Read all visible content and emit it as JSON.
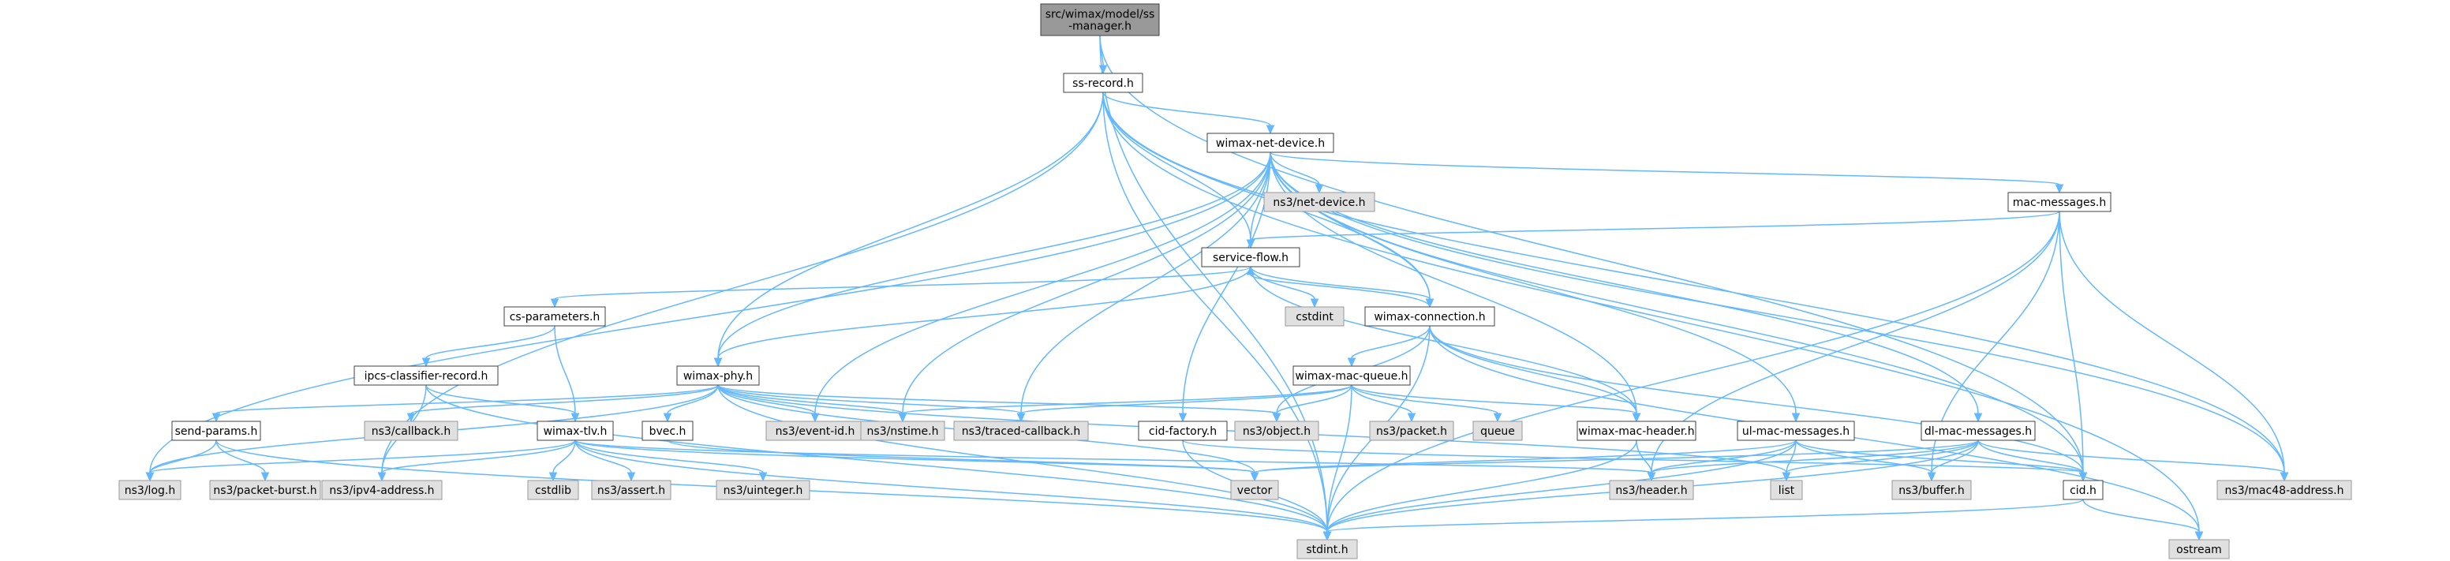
{
  "colors": {
    "root_fill": "#999999",
    "node_fill": "#ffffff",
    "external_fill": "#e0e0e0",
    "node_border": "#404040",
    "external_border": "#999999",
    "edge": "#63b8ff",
    "text": "#000000"
  },
  "nodes": [
    {
      "id": "root",
      "label": "src/wimax/model/ss\n-manager.h",
      "style": "root"
    },
    {
      "id": "ss-record",
      "label": "ss-record.h",
      "style": "normal"
    },
    {
      "id": "wimax-net-device",
      "label": "wimax-net-device.h",
      "style": "normal"
    },
    {
      "id": "net-device",
      "label": "ns3/net-device.h",
      "style": "external"
    },
    {
      "id": "mac-messages",
      "label": "mac-messages.h",
      "style": "normal"
    },
    {
      "id": "service-flow",
      "label": "service-flow.h",
      "style": "normal"
    },
    {
      "id": "cstdint",
      "label": "cstdint",
      "style": "external"
    },
    {
      "id": "wimax-connection",
      "label": "wimax-connection.h",
      "style": "normal"
    },
    {
      "id": "cs-parameters",
      "label": "cs-parameters.h",
      "style": "normal"
    },
    {
      "id": "ipcs-classifier-record",
      "label": "ipcs-classifier-record.h",
      "style": "normal"
    },
    {
      "id": "wimax-phy",
      "label": "wimax-phy.h",
      "style": "normal"
    },
    {
      "id": "wimax-mac-queue",
      "label": "wimax-mac-queue.h",
      "style": "normal"
    },
    {
      "id": "send-params",
      "label": "send-params.h",
      "style": "normal"
    },
    {
      "id": "callback",
      "label": "ns3/callback.h",
      "style": "external"
    },
    {
      "id": "wimax-tlv",
      "label": "wimax-tlv.h",
      "style": "normal"
    },
    {
      "id": "bvec",
      "label": "bvec.h",
      "style": "normal"
    },
    {
      "id": "event-id",
      "label": "ns3/event-id.h",
      "style": "external"
    },
    {
      "id": "nstime",
      "label": "ns3/nstime.h",
      "style": "external"
    },
    {
      "id": "traced-callback",
      "label": "ns3/traced-callback.h",
      "style": "external"
    },
    {
      "id": "cid-factory",
      "label": "cid-factory.h",
      "style": "normal"
    },
    {
      "id": "object",
      "label": "ns3/object.h",
      "style": "external"
    },
    {
      "id": "packet",
      "label": "ns3/packet.h",
      "style": "external"
    },
    {
      "id": "queue",
      "label": "queue",
      "style": "external"
    },
    {
      "id": "wimax-mac-header",
      "label": "wimax-mac-header.h",
      "style": "normal"
    },
    {
      "id": "ul-mac-messages",
      "label": "ul-mac-messages.h",
      "style": "normal"
    },
    {
      "id": "dl-mac-messages",
      "label": "dl-mac-messages.h",
      "style": "normal"
    },
    {
      "id": "log",
      "label": "ns3/log.h",
      "style": "external"
    },
    {
      "id": "packet-burst",
      "label": "ns3/packet-burst.h",
      "style": "external"
    },
    {
      "id": "cstdlib",
      "label": "cstdlib",
      "style": "external"
    },
    {
      "id": "assert",
      "label": "ns3/assert.h",
      "style": "external"
    },
    {
      "id": "uinteger",
      "label": "ns3/uinteger.h",
      "style": "external"
    },
    {
      "id": "ipv4-address",
      "label": "ns3/ipv4-address.h",
      "style": "external"
    },
    {
      "id": "vector",
      "label": "vector",
      "style": "external"
    },
    {
      "id": "header",
      "label": "ns3/header.h",
      "style": "external"
    },
    {
      "id": "list",
      "label": "list",
      "style": "external"
    },
    {
      "id": "buffer",
      "label": "ns3/buffer.h",
      "style": "external"
    },
    {
      "id": "cid",
      "label": "cid.h",
      "style": "normal"
    },
    {
      "id": "mac48-address",
      "label": "ns3/mac48-address.h",
      "style": "external"
    },
    {
      "id": "stdint",
      "label": "stdint.h",
      "style": "external"
    },
    {
      "id": "ostream",
      "label": "ostream",
      "style": "external"
    }
  ],
  "edges": [
    [
      "root",
      "ss-record"
    ],
    [
      "root",
      "stdint"
    ],
    [
      "root",
      "cid"
    ],
    [
      "ss-record",
      "wimax-net-device"
    ],
    [
      "ss-record",
      "ipv4-address"
    ],
    [
      "ss-record",
      "service-flow"
    ],
    [
      "ss-record",
      "wimax-connection"
    ],
    [
      "ss-record",
      "wimax-phy"
    ],
    [
      "ss-record",
      "mac48-address"
    ],
    [
      "ss-record",
      "stdint"
    ],
    [
      "ss-record",
      "ostream"
    ],
    [
      "wimax-net-device",
      "net-device"
    ],
    [
      "wimax-net-device",
      "mac-messages"
    ],
    [
      "wimax-net-device",
      "service-flow"
    ],
    [
      "wimax-net-device",
      "wimax-connection"
    ],
    [
      "wimax-net-device",
      "wimax-phy"
    ],
    [
      "wimax-net-device",
      "log"
    ],
    [
      "wimax-net-device",
      "event-id"
    ],
    [
      "wimax-net-device",
      "nstime"
    ],
    [
      "wimax-net-device",
      "traced-callback"
    ],
    [
      "wimax-net-device",
      "cid-factory"
    ],
    [
      "wimax-net-device",
      "wimax-mac-header"
    ],
    [
      "wimax-net-device",
      "ul-mac-messages"
    ],
    [
      "wimax-net-device",
      "dl-mac-messages"
    ],
    [
      "wimax-net-device",
      "cid"
    ],
    [
      "wimax-net-device",
      "mac48-address"
    ],
    [
      "mac-messages",
      "service-flow"
    ],
    [
      "mac-messages",
      "header"
    ],
    [
      "mac-messages",
      "buffer"
    ],
    [
      "mac-messages",
      "cid"
    ],
    [
      "mac-messages",
      "mac48-address"
    ],
    [
      "mac-messages",
      "stdint"
    ],
    [
      "service-flow",
      "cstdint"
    ],
    [
      "service-flow",
      "wimax-connection"
    ],
    [
      "service-flow",
      "cs-parameters"
    ],
    [
      "service-flow",
      "wimax-phy"
    ],
    [
      "service-flow",
      "wimax-mac-header"
    ],
    [
      "wimax-connection",
      "service-flow"
    ],
    [
      "wimax-connection",
      "wimax-mac-queue"
    ],
    [
      "wimax-connection",
      "wimax-mac-header"
    ],
    [
      "wimax-connection",
      "object"
    ],
    [
      "wimax-connection",
      "cid"
    ],
    [
      "wimax-connection",
      "stdint"
    ],
    [
      "wimax-connection",
      "ostream"
    ],
    [
      "cs-parameters",
      "ipcs-classifier-record"
    ],
    [
      "cs-parameters",
      "wimax-tlv"
    ],
    [
      "ipcs-classifier-record",
      "wimax-tlv"
    ],
    [
      "ipcs-classifier-record",
      "ipv4-address"
    ],
    [
      "ipcs-classifier-record",
      "stdint"
    ],
    [
      "wimax-phy",
      "send-params"
    ],
    [
      "wimax-phy",
      "callback"
    ],
    [
      "wimax-phy",
      "bvec"
    ],
    [
      "wimax-phy",
      "event-id"
    ],
    [
      "wimax-phy",
      "nstime"
    ],
    [
      "wimax-phy",
      "traced-callback"
    ],
    [
      "wimax-phy",
      "object"
    ],
    [
      "wimax-phy",
      "log"
    ],
    [
      "wimax-phy",
      "vector"
    ],
    [
      "wimax-phy",
      "list"
    ],
    [
      "wimax-phy",
      "stdint"
    ],
    [
      "wimax-mac-queue",
      "nstime"
    ],
    [
      "wimax-mac-queue",
      "traced-callback"
    ],
    [
      "wimax-mac-queue",
      "object"
    ],
    [
      "wimax-mac-queue",
      "packet"
    ],
    [
      "wimax-mac-queue",
      "queue"
    ],
    [
      "wimax-mac-queue",
      "wimax-mac-header"
    ],
    [
      "wimax-mac-queue",
      "stdint"
    ],
    [
      "send-params",
      "log"
    ],
    [
      "send-params",
      "packet-burst"
    ],
    [
      "send-params",
      "stdint"
    ],
    [
      "wimax-tlv",
      "log"
    ],
    [
      "wimax-tlv",
      "cstdlib"
    ],
    [
      "wimax-tlv",
      "assert"
    ],
    [
      "wimax-tlv",
      "uinteger"
    ],
    [
      "wimax-tlv",
      "ipv4-address"
    ],
    [
      "wimax-tlv",
      "header"
    ],
    [
      "wimax-tlv",
      "vector"
    ],
    [
      "wimax-tlv",
      "stdint"
    ],
    [
      "bvec",
      "vector"
    ],
    [
      "cid-factory",
      "cid"
    ],
    [
      "cid-factory",
      "stdint"
    ],
    [
      "wimax-mac-header",
      "header"
    ],
    [
      "wimax-mac-header",
      "stdint"
    ],
    [
      "ul-mac-messages",
      "header"
    ],
    [
      "ul-mac-messages",
      "list"
    ],
    [
      "ul-mac-messages",
      "buffer"
    ],
    [
      "ul-mac-messages",
      "cid"
    ],
    [
      "ul-mac-messages",
      "vector"
    ],
    [
      "ul-mac-messages",
      "stdint"
    ],
    [
      "dl-mac-messages",
      "header"
    ],
    [
      "dl-mac-messages",
      "list"
    ],
    [
      "dl-mac-messages",
      "buffer"
    ],
    [
      "dl-mac-messages",
      "cid"
    ],
    [
      "dl-mac-messages",
      "mac48-address"
    ],
    [
      "dl-mac-messages",
      "vector"
    ],
    [
      "dl-mac-messages",
      "stdint"
    ],
    [
      "cid",
      "ostream"
    ],
    [
      "cid",
      "stdint"
    ]
  ]
}
